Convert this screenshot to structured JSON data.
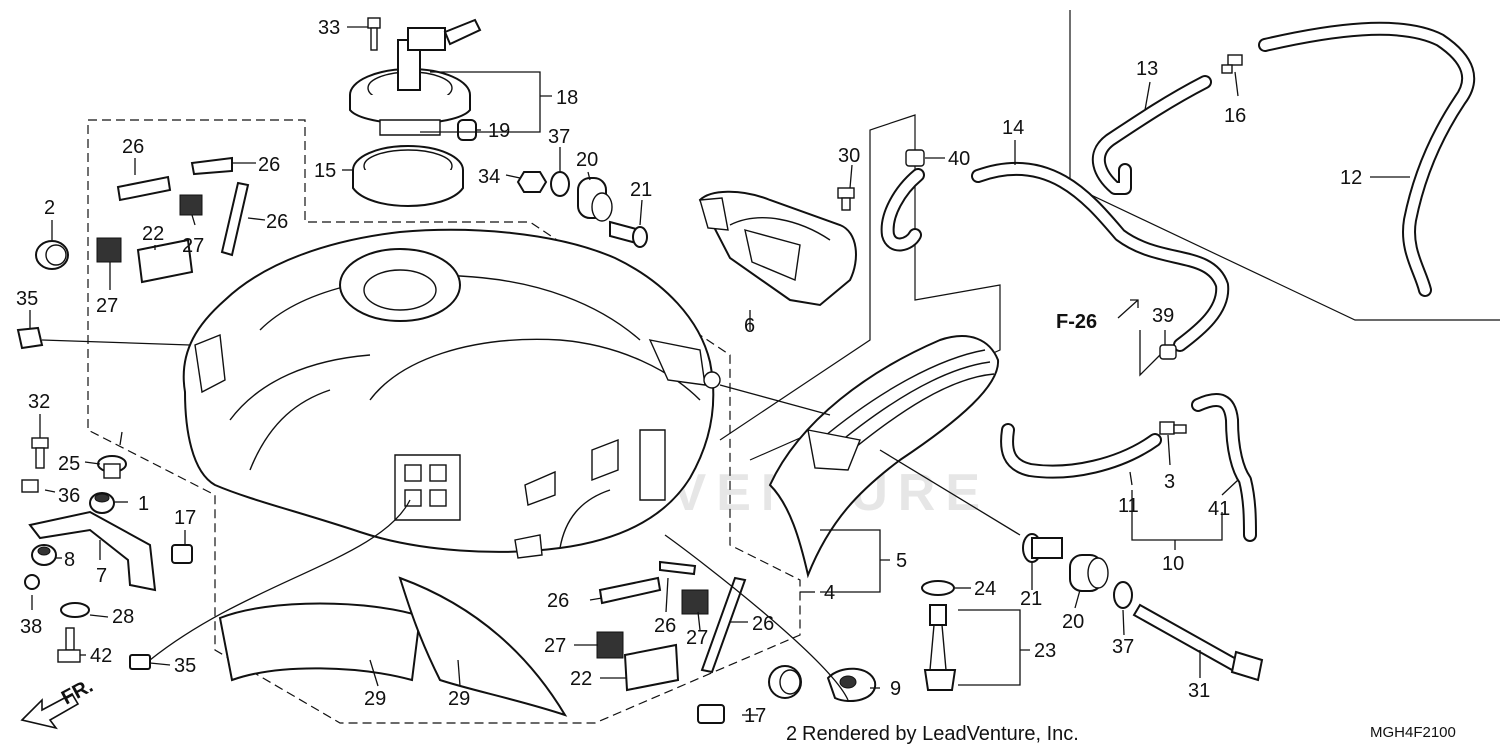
{
  "diagram": {
    "diagram_code": "MGH4F2100",
    "credit": "Rendered by LeadVenture, Inc.",
    "watermark": "LEADVENTURE",
    "reference": "F-26",
    "direction": "FR.",
    "callouts": {
      "c1": "1",
      "c2a": "2",
      "c2b": "2",
      "c3": "3",
      "c4": "4",
      "c5": "5",
      "c6": "6",
      "c7": "7",
      "c8": "8",
      "c9": "9",
      "c10": "10",
      "c11": "11",
      "c12": "12",
      "c13": "13",
      "c14": "14",
      "c15": "15",
      "c16": "16",
      "c17a": "17",
      "c17b": "17",
      "c18": "18",
      "c19": "19",
      "c20a": "20",
      "c20b": "20",
      "c21a": "21",
      "c21b": "21",
      "c22a": "22",
      "c22b": "22",
      "c23": "23",
      "c24": "24",
      "c25": "25",
      "c26a": "26",
      "c26b": "26",
      "c26c": "26",
      "c26d": "26",
      "c26e": "26",
      "c26f": "26",
      "c27a": "27",
      "c27b": "27",
      "c27c": "27",
      "c27d": "27",
      "c28": "28",
      "c29a": "29",
      "c29b": "29",
      "c30": "30",
      "c31": "31",
      "c32": "32",
      "c33": "33",
      "c34": "34",
      "c35a": "35",
      "c35b": "35",
      "c36": "36",
      "c37a": "37",
      "c37b": "37",
      "c38": "38",
      "c39": "39",
      "c40": "40",
      "c41": "41",
      "c42": "42"
    }
  }
}
